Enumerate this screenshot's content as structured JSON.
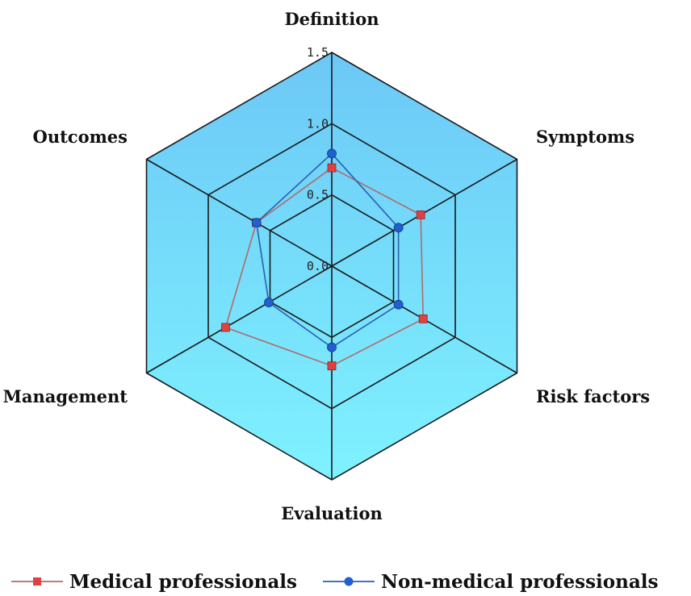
{
  "chart_data": {
    "type": "radar",
    "axes": [
      "Definition",
      "Symptoms",
      "Risk factors",
      "Evaluation",
      "Management",
      "Outcomes"
    ],
    "radial_ticks": [
      "0.0",
      "0.5",
      "1.0",
      "1.5"
    ],
    "rmax": 1.5,
    "series": [
      {
        "name": "Medical professionals",
        "values": [
          0.69,
          0.72,
          0.74,
          0.7,
          0.86,
          0.61
        ],
        "color": "#e04040",
        "line_color": "#b06a6a",
        "marker": "square"
      },
      {
        "name": "Non-medical professionals",
        "values": [
          0.79,
          0.54,
          0.54,
          0.57,
          0.51,
          0.61
        ],
        "color": "#1f5fd0",
        "line_color": "#2a5fb0",
        "marker": "circle"
      }
    ],
    "colors": {
      "fill_top": "#6cc8f6",
      "fill_bottom": "#7ff2ff",
      "grid": "#1a1a1a"
    },
    "legend_position": "bottom"
  }
}
